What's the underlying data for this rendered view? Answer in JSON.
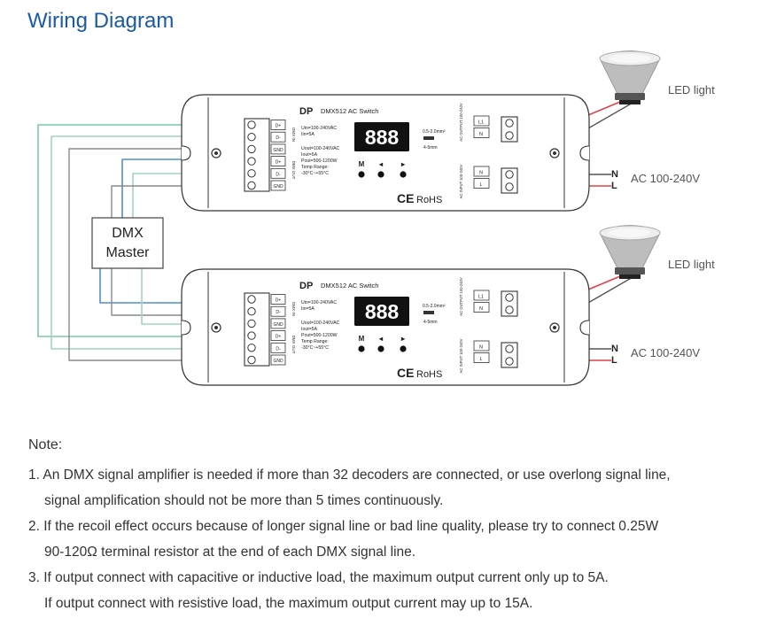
{
  "title": "Wiring Diagram",
  "dmx_master": {
    "line1": "DMX",
    "line2": "Master"
  },
  "controllers": [
    {
      "brand": "DP",
      "model": "DMX512 AC Switch",
      "display": "888",
      "specs_in": [
        "Uin=100-240VAC",
        "Iin=5A"
      ],
      "specs_out": [
        "Uout=100-240VAC",
        "Iout=5A",
        "Pout=500-1200W",
        "Temp Range:",
        "-30°C~+55°C"
      ],
      "wire_spec": [
        "0.5-2.0mm²",
        "4-5mm"
      ],
      "button_labels": [
        "M",
        "◂",
        "▸"
      ],
      "dmx_terminals": [
        "D+",
        "D-",
        "GND",
        "D+",
        "D-",
        "GND"
      ],
      "dmx_labels": [
        "DMX IN",
        "DMX OUT"
      ],
      "out_terminals": [
        "L1",
        "N"
      ],
      "in_terminals": [
        "N",
        "L"
      ],
      "out_label": "AC OUTPUT 100-240V",
      "in_label": "AC INPUT 100-240V",
      "ce": "CE",
      "rohs": "RoHS"
    },
    {
      "brand": "DP",
      "model": "DMX512 AC Switch",
      "display": "888",
      "specs_in": [
        "Uin=100-240VAC",
        "Iin=5A"
      ],
      "specs_out": [
        "Uout=100-240VAC",
        "Iout=5A",
        "Pout=500-1200W",
        "Temp Range:",
        "-30°C~+55°C"
      ],
      "wire_spec": [
        "0.5-2.0mm²",
        "4-5mm"
      ],
      "button_labels": [
        "M",
        "◂",
        "▸"
      ],
      "dmx_terminals": [
        "D+",
        "D-",
        "GND",
        "D+",
        "D-",
        "GND"
      ],
      "dmx_labels": [
        "DMX IN",
        "DMX OUT"
      ],
      "out_terminals": [
        "L1",
        "N"
      ],
      "in_terminals": [
        "N",
        "L"
      ],
      "out_label": "AC OUTPUT 100-240V",
      "in_label": "AC INPUT 100-240V",
      "ce": "CE",
      "rohs": "RoHS"
    }
  ],
  "led_label": "LED light",
  "ac_label": "AC 100-240V",
  "n_label": "N",
  "l_label": "L",
  "wire_colors": {
    "dmx": "#7cc9a6",
    "dmx2": "#9ed7c0",
    "blue": "#4f8fd6",
    "gray": "#8a8a8a",
    "red": "#e0404a",
    "dark": "#555555"
  },
  "notes": {
    "heading": "Note:",
    "lines": [
      "1. An DMX signal amplifier is needed if more than 32 decoders are connected, or use overlong signal line,",
      "signal amplification should not be more than 5 times continuously.",
      "2. If the recoil effect occurs because of longer signal line or bad line quality, please try to connect 0.25W",
      "90-120Ω terminal resistor at the end of each DMX signal line.",
      "3. If output connect with capacitive or inductive load, the maximum output current only up to 5A.",
      "If output connect with resistive load, the maximum output current may up to 15A."
    ]
  }
}
